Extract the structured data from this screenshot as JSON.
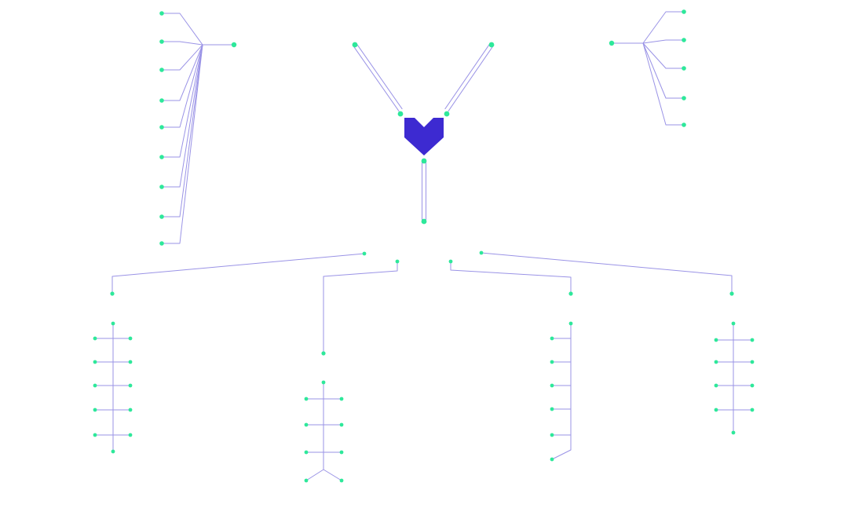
{
  "diagram": {
    "background_color": "#ffffff",
    "node_color": "#2ee89a",
    "connector_color": "#9a93e6",
    "hub_color": "#3d2ad1",
    "hub_icon": "heart-icon",
    "groups": [
      {
        "id": "center-heart",
        "node_count": 4
      },
      {
        "id": "top-left-fan",
        "node_count": 10
      },
      {
        "id": "top-right-fan",
        "node_count": 6
      },
      {
        "id": "bottom-far-left-tree",
        "node_count": 13
      },
      {
        "id": "bottom-mid-left-tree",
        "node_count": 11
      },
      {
        "id": "bottom-mid-right-tree",
        "node_count": 8
      },
      {
        "id": "bottom-far-right-tree",
        "node_count": 11
      }
    ]
  }
}
